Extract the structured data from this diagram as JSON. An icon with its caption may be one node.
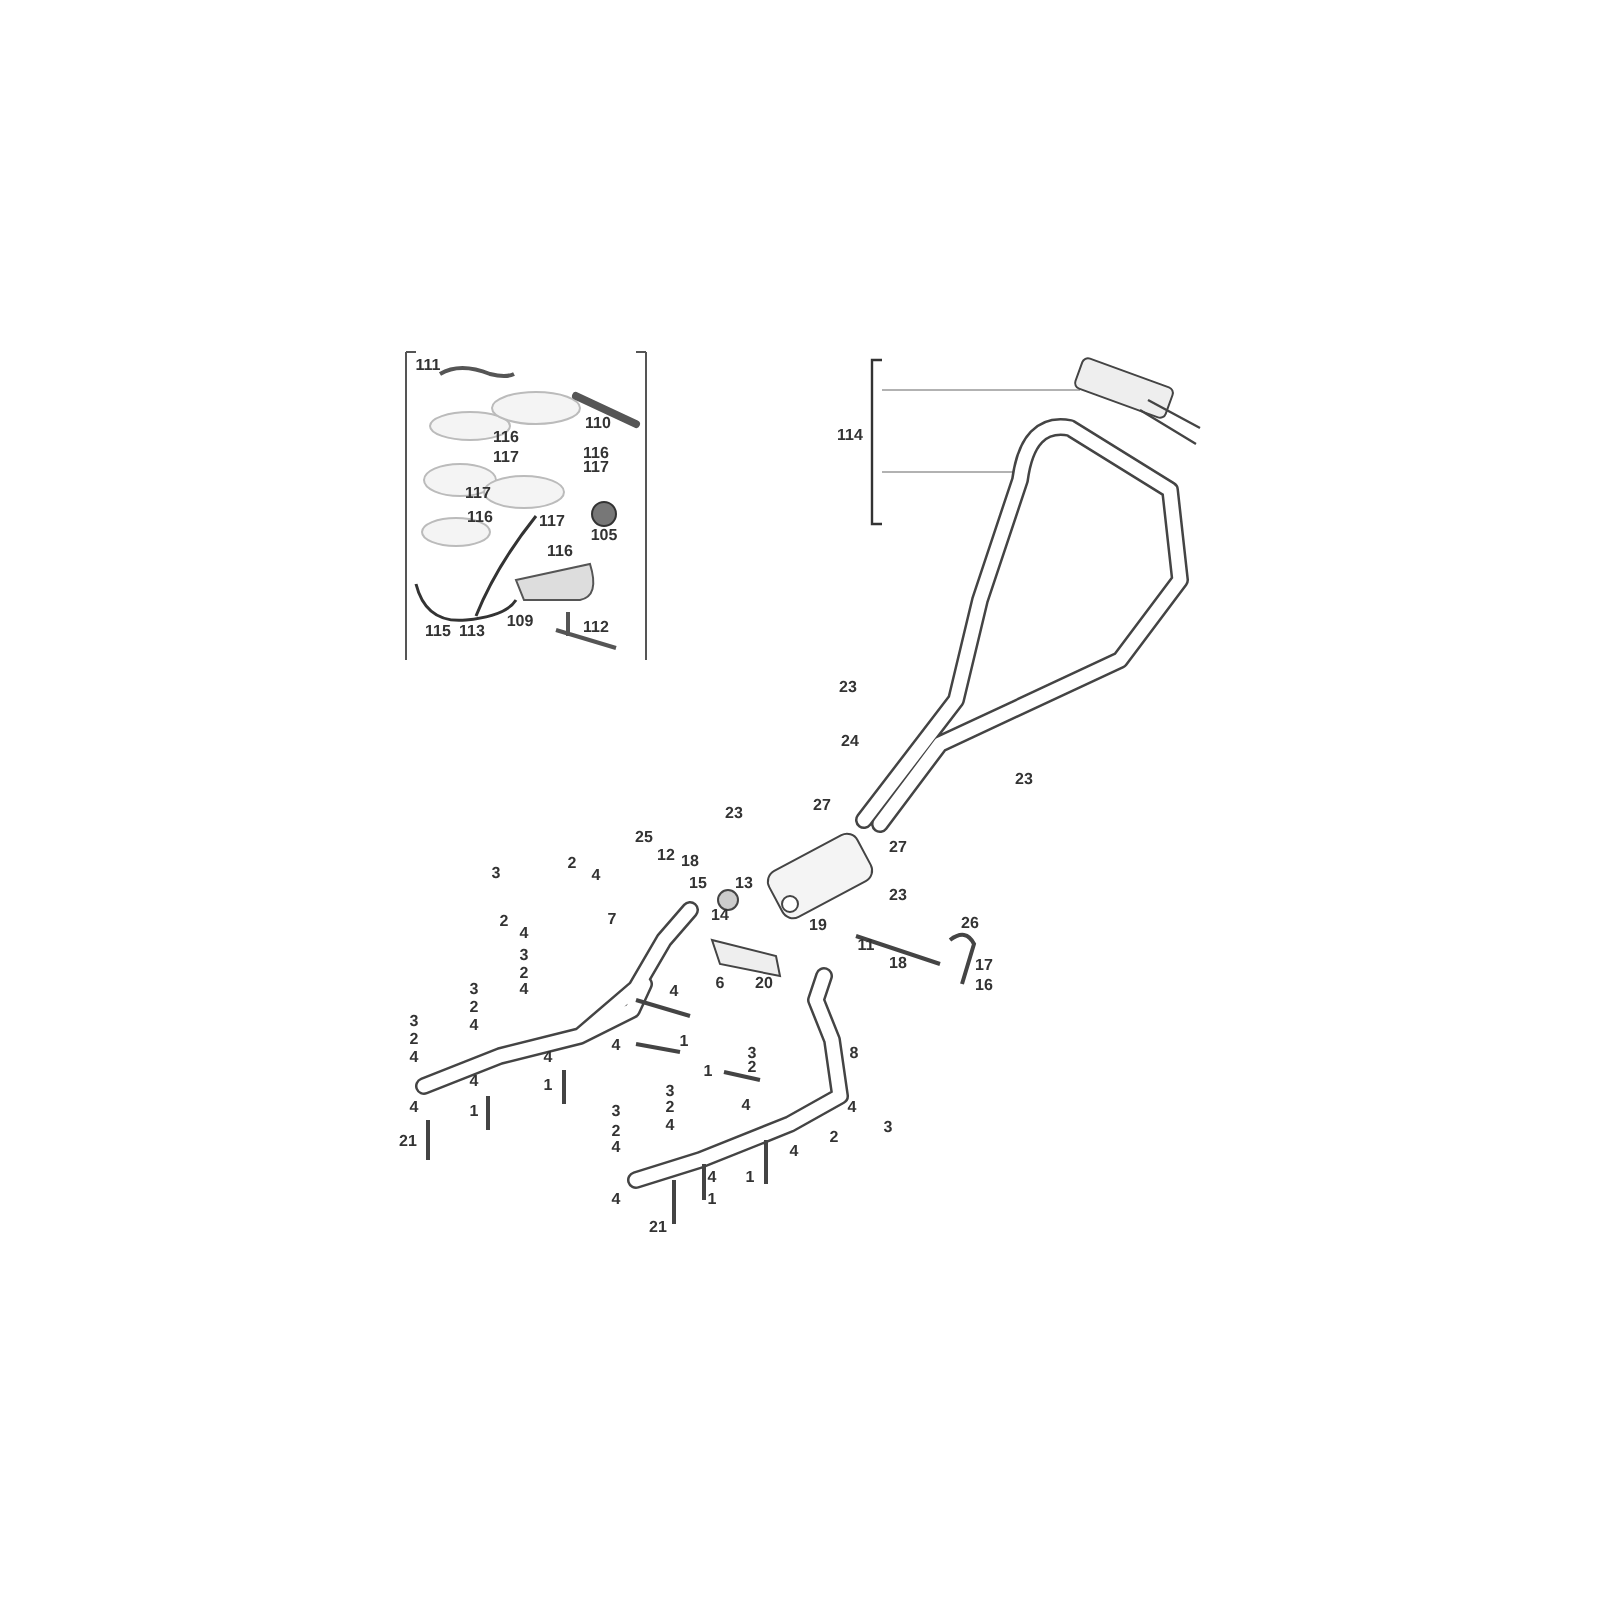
{
  "diagram": {
    "labels": [
      "111",
      "110",
      "116",
      "116",
      "117",
      "117",
      "117",
      "116",
      "117",
      "105",
      "116",
      "109",
      "112",
      "115",
      "113",
      "114",
      "23",
      "24",
      "23",
      "27",
      "23",
      "25",
      "27",
      "12",
      "18",
      "3",
      "2",
      "4",
      "15",
      "13",
      "23",
      "14",
      "2",
      "7",
      "19",
      "26",
      "4",
      "11",
      "3",
      "18",
      "17",
      "2",
      "6",
      "20",
      "16",
      "3",
      "4",
      "4",
      "2",
      "3",
      "4",
      "2",
      "1",
      "4",
      "8",
      "3",
      "4",
      "4",
      "2",
      "1",
      "4",
      "1",
      "3",
      "4",
      "2",
      "4",
      "4",
      "1",
      "3",
      "3",
      "4",
      "2",
      "2",
      "21",
      "4",
      "4",
      "4",
      "1",
      "1",
      "4",
      "21"
    ]
  }
}
